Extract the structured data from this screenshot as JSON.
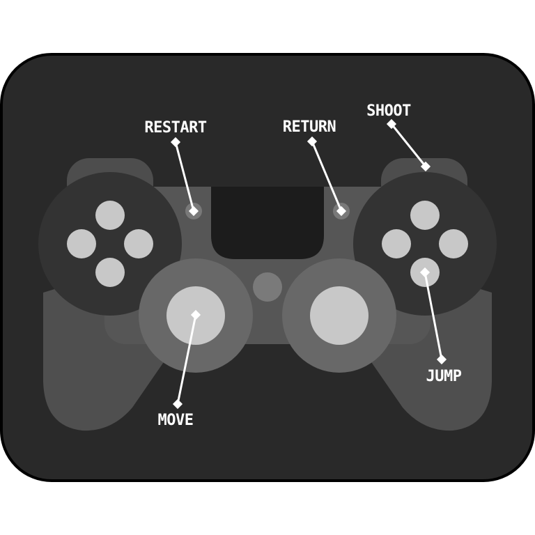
{
  "colors": {
    "page_background": "#ffffff",
    "panel": "#292929",
    "panel_border": "#000000",
    "controller_body": "#4f4f4f",
    "controller_center": "#5a5a5a",
    "touchpad": "#1c1c1c",
    "bumper": "#4d4d4d",
    "dpad_disc": "#333333",
    "face_button": "#c8c8c8",
    "small_button": "#797979",
    "stick_ring": "#686868",
    "stick_cap": "#c8c8c8",
    "label_text": "#ffffff"
  },
  "controls": {
    "restart": {
      "label": "RESTART",
      "icon": "options-button"
    },
    "return": {
      "label": "RETURN",
      "icon": "share-button"
    },
    "shoot": {
      "label": "SHOOT",
      "icon": "right-shoulder-button"
    },
    "jump": {
      "label": "JUMP",
      "icon": "face-button-bottom"
    },
    "move": {
      "label": "MOVE",
      "icon": "left-analog-stick"
    }
  }
}
